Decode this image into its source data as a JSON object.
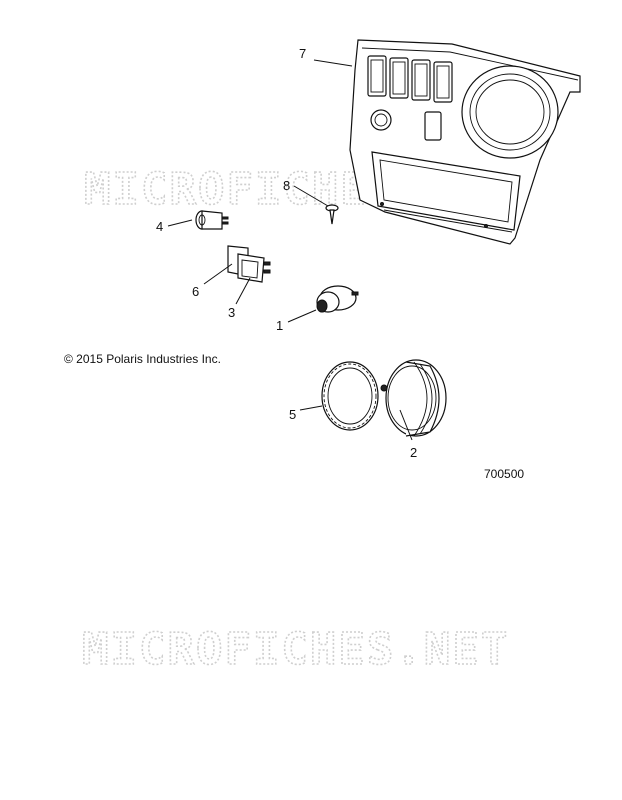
{
  "copyright": "© 2015 Polaris Industries Inc.",
  "figure_number": "700500",
  "watermark": "MICROFICHES.NET",
  "callouts": [
    {
      "id": "1",
      "label": "1"
    },
    {
      "id": "2",
      "label": "2"
    },
    {
      "id": "3",
      "label": "3"
    },
    {
      "id": "4",
      "label": "4"
    },
    {
      "id": "5",
      "label": "5"
    },
    {
      "id": "6",
      "label": "6"
    },
    {
      "id": "7",
      "label": "7"
    },
    {
      "id": "8",
      "label": "8"
    }
  ]
}
